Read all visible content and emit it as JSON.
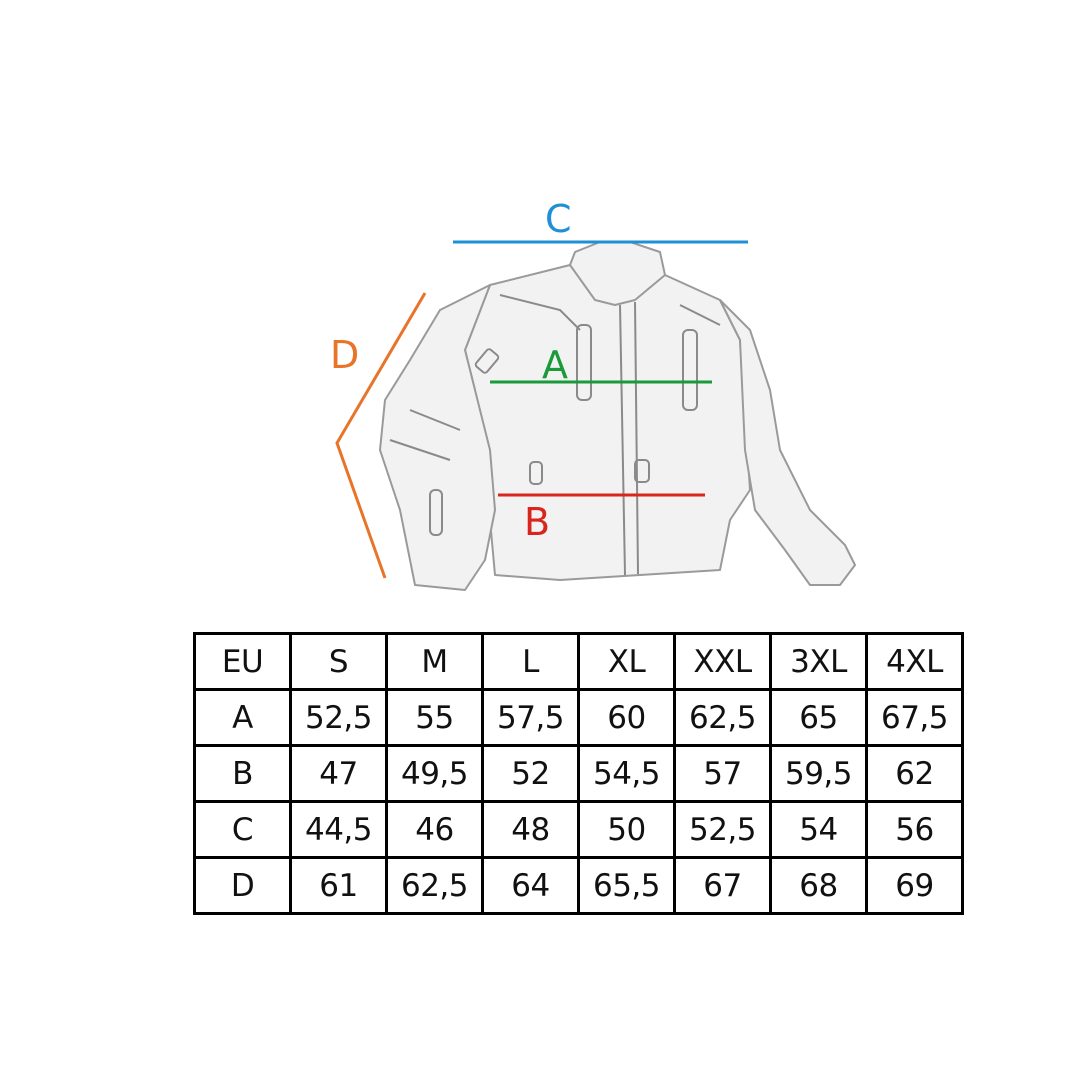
{
  "illustration": {
    "labels": {
      "A": {
        "text": "A",
        "color": "#1a9a3a"
      },
      "B": {
        "text": "B",
        "color": "#d9261c"
      },
      "C": {
        "text": "C",
        "color": "#1f8fd6"
      },
      "D": {
        "text": "D",
        "color": "#e8742a"
      }
    }
  },
  "size_table": {
    "header": [
      "EU",
      "S",
      "M",
      "L",
      "XL",
      "XXL",
      "3XL",
      "4XL"
    ],
    "rows": [
      [
        "A",
        "52,5",
        "55",
        "57,5",
        "60",
        "62,5",
        "65",
        "67,5"
      ],
      [
        "B",
        "47",
        "49,5",
        "52",
        "54,5",
        "57",
        "59,5",
        "62"
      ],
      [
        "C",
        "44,5",
        "46",
        "48",
        "50",
        "52,5",
        "54",
        "56"
      ],
      [
        "D",
        "61",
        "62,5",
        "64",
        "65,5",
        "67",
        "68",
        "69"
      ]
    ]
  }
}
